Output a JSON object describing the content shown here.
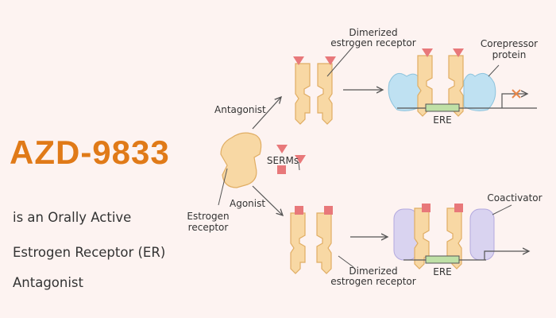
{
  "title": "AZD-9833",
  "subtitle_lines": [
    "is an Orally Active",
    "Estrogen Receptor (ER)",
    "Antagonist"
  ],
  "labels": {
    "estrogen_receptor": [
      "Estrogen",
      "receptor"
    ],
    "serms": "SERMs",
    "antagonist": "Antagonist",
    "agonist": "Agonist",
    "dimer_top": [
      "Dimerized",
      "estrogen receptor"
    ],
    "dimer_bottom": [
      "Dimerized",
      "estrogen receptor"
    ],
    "corepressor": [
      "Corepressor",
      "protein"
    ],
    "coactivator": "Coactivator",
    "ere_top": "ERE",
    "ere_bottom": "ERE"
  },
  "colors": {
    "background": "#fdf3f1",
    "title": "#e07a18",
    "receptor_fill": "#f8d8a4",
    "receptor_stroke": "#e0ad63",
    "ligand": "#e8787a",
    "corepressor": "#bfe1f2",
    "coactivator": "#d9d3f0",
    "ere": "#bfe0a6",
    "arrow": "#555555",
    "block": "#e8874a"
  },
  "icons": {
    "serm_ligands": "triangle-and-square-icons",
    "transcription_block": "x-mark-icon"
  }
}
